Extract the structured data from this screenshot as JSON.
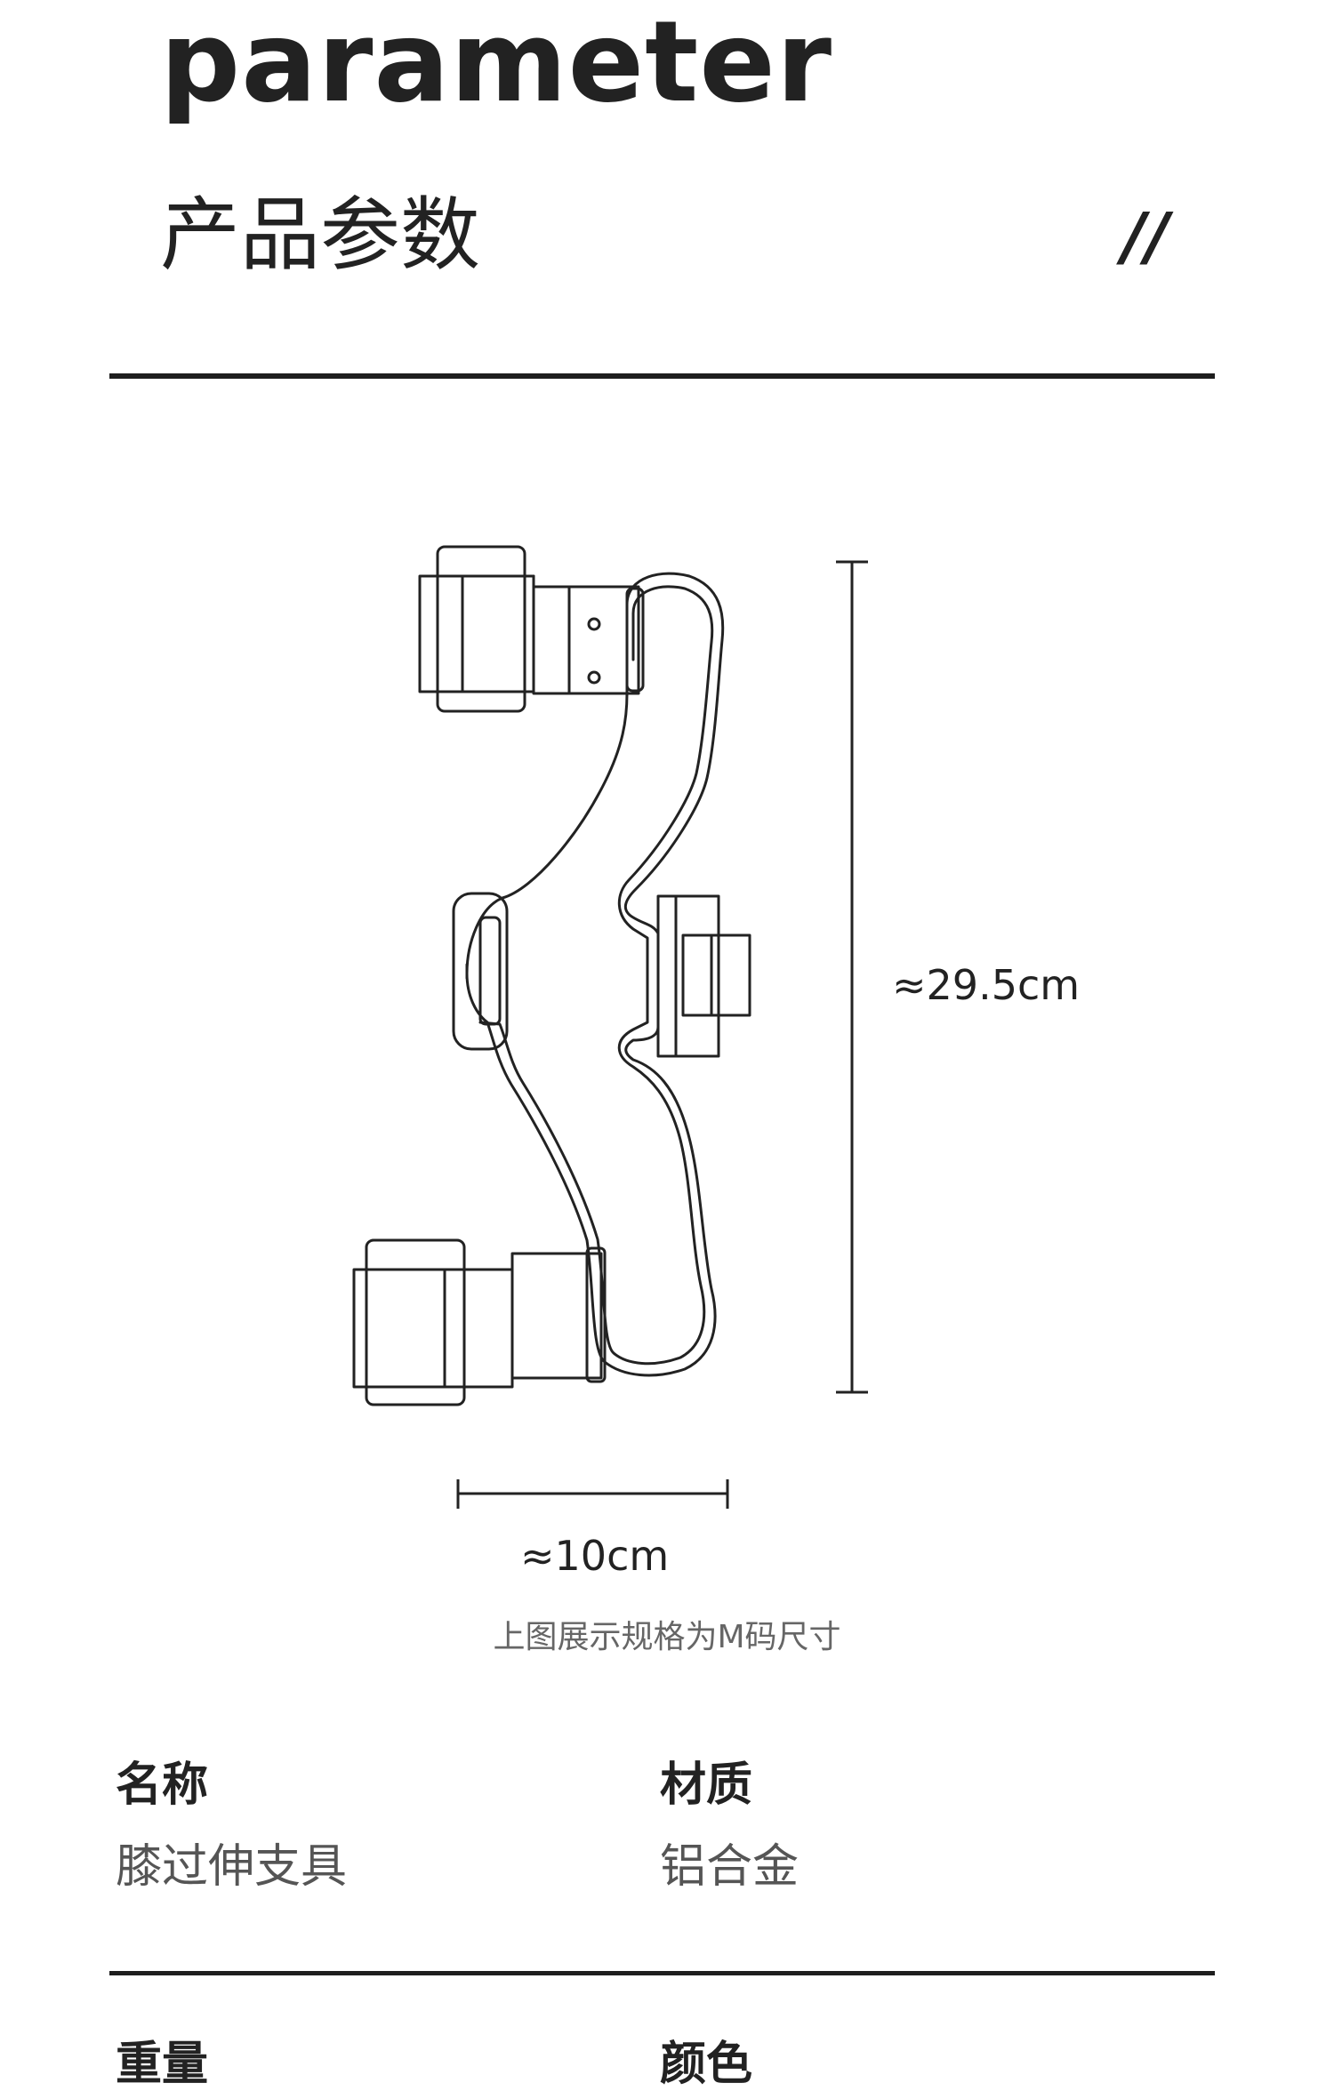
{
  "header": {
    "title_en": "parameter",
    "title_cn": "产品参数",
    "quote_mark": "//"
  },
  "diagram": {
    "height_label": "≈29.5cm",
    "width_label": "≈10cm",
    "caption": "上图展示规格为M码尺寸"
  },
  "specs": {
    "name": {
      "label": "名称",
      "value": "膝过伸支具"
    },
    "material": {
      "label": "材质",
      "value": "铝合金"
    },
    "next_row": {
      "label_left": "重量",
      "label_right": "颜色"
    }
  },
  "colors": {
    "text": "#222222",
    "muted": "#555555",
    "caption": "#666666",
    "rule": "#1e1e1e"
  }
}
